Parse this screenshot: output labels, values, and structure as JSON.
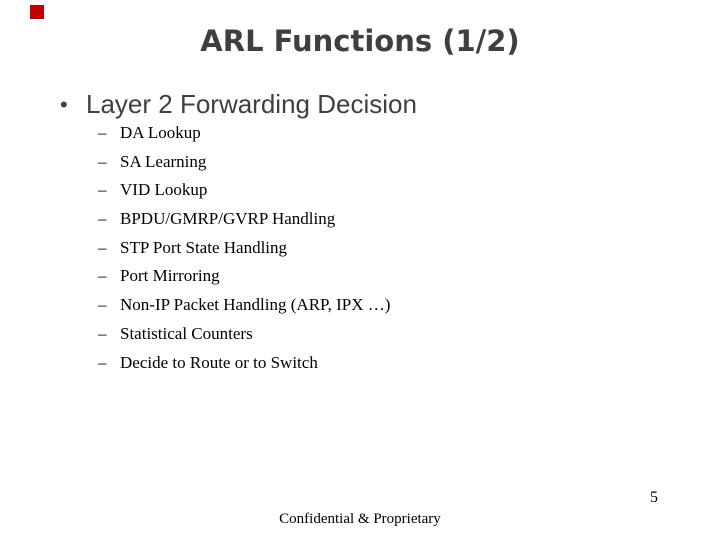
{
  "slide": {
    "accent_color": "#c00000",
    "title": "ARL Functions (1/2)",
    "bullet": {
      "marker": "•",
      "label": "Layer 2 Forwarding Decision"
    },
    "sub_bullets": {
      "marker": "–",
      "items": [
        "DA Lookup",
        "SA Learning",
        "VID Lookup",
        "BPDU/GMRP/GVRP Handling",
        "STP Port State Handling",
        "Port Mirroring",
        "Non-IP Packet Handling (ARP, IPX …)",
        "Statistical Counters",
        "Decide to Route or to Switch"
      ]
    },
    "footer": "Confidential & Proprietary",
    "page_number": "5"
  }
}
